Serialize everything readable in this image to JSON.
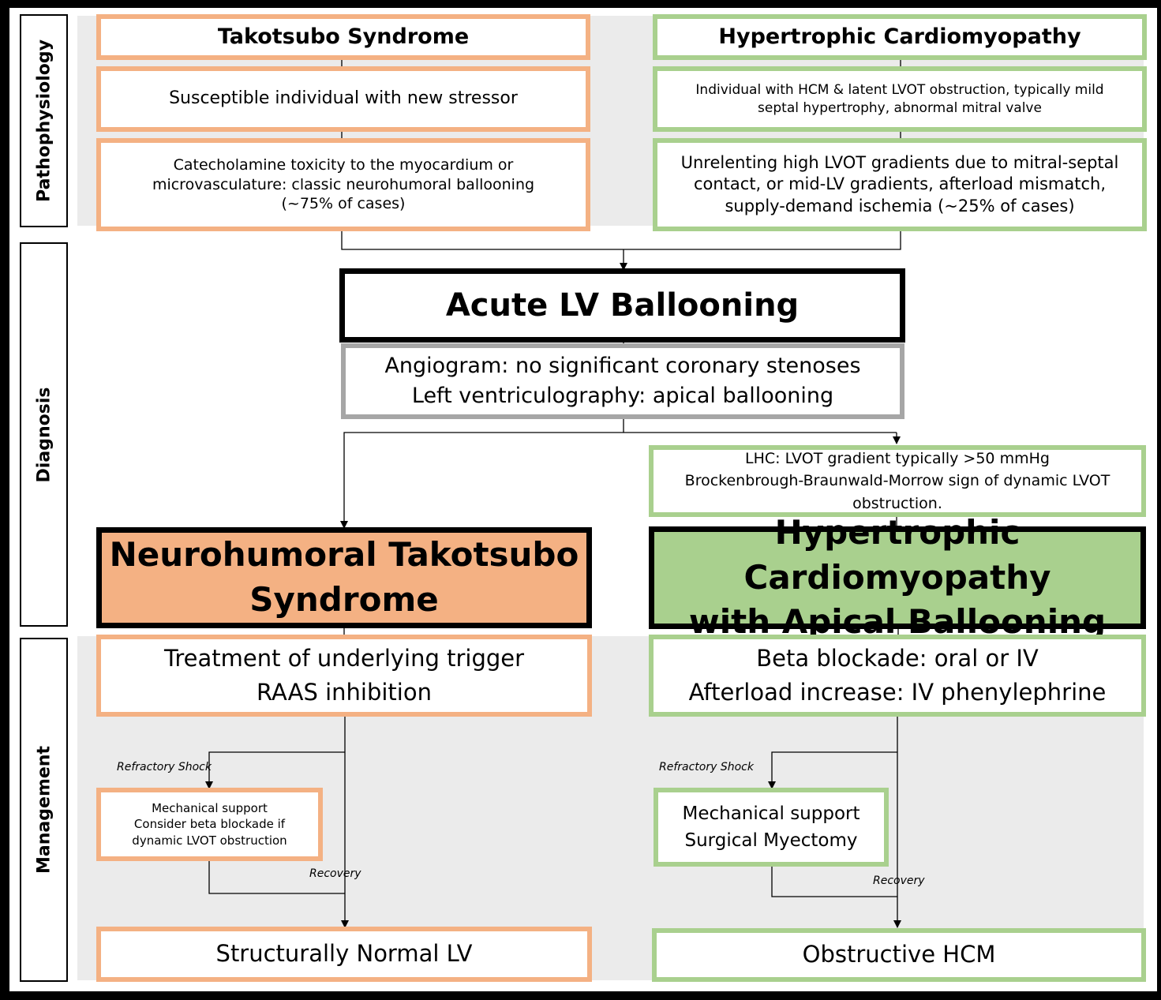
{
  "sections": {
    "pathophysiology": "Pathophysiology",
    "diagnosis": "Diagnosis",
    "management": "Management"
  },
  "takotsubo": {
    "title": "Takotsubo Syndrome",
    "stressor": "Susceptible individual with new stressor",
    "mechanism": "Catecholamine toxicity to the myocardium or\nmicrovasculature: classic neurohumoral ballooning\n(~75% of cases)",
    "diagnosis": "Neurohumoral Takotsubo\nSyndrome",
    "treatment": "Treatment of underlying trigger\nRAAS inhibition",
    "shock_label": "Refractory Shock",
    "support": "Mechanical support\nConsider beta blockade if\ndynamic LVOT obstruction",
    "recovery_label": "Recovery",
    "outcome": "Structurally Normal LV"
  },
  "hcm": {
    "title": "Hypertrophic Cardiomyopathy",
    "individual": "Individual with HCM & latent LVOT obstruction, typically mild\nseptal hypertrophy, abnormal mitral valve",
    "mechanism": "Unrelenting high LVOT gradients due to mitral-septal\ncontact, or mid-LV gradients, afterload mismatch,\nsupply-demand ischemia (~25% of cases)",
    "lhc": "LHC: LVOT gradient typically >50 mmHg\nBrockenbrough-Braunwald-Morrow sign of dynamic LVOT\nobstruction.",
    "diagnosis": "Hypertrophic Cardiomyopathy\nwith Apical Ballooning",
    "treatment": "Beta blockade: oral or IV\nAfterload increase: IV phenylephrine",
    "shock_label": "Refractory Shock",
    "support": "Mechanical support\nSurgical Myectomy",
    "recovery_label": "Recovery",
    "outcome": "Obstructive HCM"
  },
  "central": {
    "title": "Acute LV Ballooning",
    "findings": "Angiogram: no significant coronary stenoses\nLeft ventriculography: apical ballooning"
  },
  "colors": {
    "takotsubo_border": "#f4b183",
    "takotsubo_fill": "#f4b183",
    "hcm_border": "#a9d08e",
    "hcm_fill": "#a9d08e",
    "findings_border": "#a6a6a6",
    "section_band": "#ebebeb"
  }
}
